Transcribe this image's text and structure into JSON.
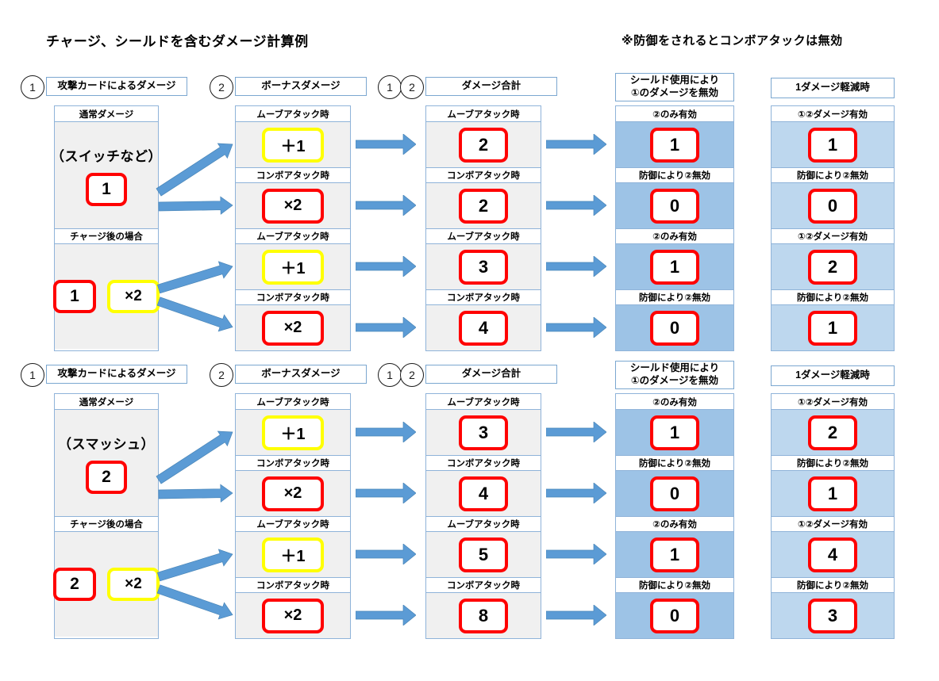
{
  "titles": {
    "main": "チャージ、シールドを含むダメージ計算例",
    "note": "※防御をされるとコンボアタックは無効"
  },
  "colors": {
    "red_border": "#ff0000",
    "yellow_border": "#ffff00",
    "arrow_blue": "#5b9bd5",
    "shield_col_bg": "#9dc3e6",
    "reduce_col_bg": "#bdd7ee",
    "neutral_col_bg": "#f0f0f0",
    "frame_border": "#8fb3d9"
  },
  "columns": {
    "attack_card": {
      "badge": "1",
      "title": "攻撃カードによるダメージ"
    },
    "bonus_damage": {
      "badge": "2",
      "title": "ボーナスダメージ"
    },
    "damage_total": {
      "badge_a": "1",
      "badge_b": "2",
      "title": "ダメージ合計"
    },
    "shield": {
      "title": "シールド使用により\n①のダメージを無効",
      "line1": "シールド使用により",
      "line2": "①のダメージを無効"
    },
    "reduce": {
      "title": "1ダメージ軽減時"
    }
  },
  "sub_labels": {
    "normal_damage": "通常ダメージ",
    "after_charge": "チャージ後の場合",
    "move_attack": "ムーブアタック時",
    "combo_attack": "コンボアタック時",
    "only2_valid": "②のみ有効",
    "defense_invalid2": "防御により②無効",
    "both_valid": "①②ダメージ有効"
  },
  "blocks": [
    {
      "id": "block-switch",
      "attack_card": {
        "normal_label": "通常ダメージ",
        "card_name": "（スイッチなど）",
        "card_name_inner": "スイッチなど",
        "base_value": "1",
        "charge_label": "チャージ後の場合",
        "charge_base": "1",
        "charge_mult": "×2"
      },
      "bonus": [
        {
          "sub": "ムーブアタック時",
          "value": "＋1",
          "style": "yellow"
        },
        {
          "sub": "コンボアタック時",
          "value": "×2",
          "style": "red"
        },
        {
          "sub": "ムーブアタック時",
          "value": "＋1",
          "style": "yellow"
        },
        {
          "sub": "コンボアタック時",
          "value": "×2",
          "style": "red"
        }
      ],
      "total": [
        {
          "sub": "ムーブアタック時",
          "value": "2"
        },
        {
          "sub": "コンボアタック時",
          "value": "2"
        },
        {
          "sub": "ムーブアタック時",
          "value": "3"
        },
        {
          "sub": "コンボアタック時",
          "value": "4"
        }
      ],
      "shield": [
        {
          "sub": "②のみ有効",
          "value": "1"
        },
        {
          "sub": "防御により②無効",
          "value": "0"
        },
        {
          "sub": "②のみ有効",
          "value": "1"
        },
        {
          "sub": "防御により②無効",
          "value": "0"
        }
      ],
      "reduce": [
        {
          "sub": "①②ダメージ有効",
          "value": "1"
        },
        {
          "sub": "防御により②無効",
          "value": "0"
        },
        {
          "sub": "①②ダメージ有効",
          "value": "2"
        },
        {
          "sub": "防御により②無効",
          "value": "1"
        }
      ]
    },
    {
      "id": "block-smash",
      "attack_card": {
        "normal_label": "通常ダメージ",
        "card_name": "（スマッシュ）",
        "card_name_inner": "スマッシュ",
        "base_value": "2",
        "charge_label": "チャージ後の場合",
        "charge_base": "2",
        "charge_mult": "×2"
      },
      "bonus": [
        {
          "sub": "ムーブアタック時",
          "value": "＋1",
          "style": "yellow"
        },
        {
          "sub": "コンボアタック時",
          "value": "×2",
          "style": "red"
        },
        {
          "sub": "ムーブアタック時",
          "value": "＋1",
          "style": "yellow"
        },
        {
          "sub": "コンボアタック時",
          "value": "×2",
          "style": "red"
        }
      ],
      "total": [
        {
          "sub": "ムーブアタック時",
          "value": "3"
        },
        {
          "sub": "コンボアタック時",
          "value": "4"
        },
        {
          "sub": "ムーブアタック時",
          "value": "5"
        },
        {
          "sub": "コンボアタック時",
          "value": "8"
        }
      ],
      "shield": [
        {
          "sub": "②のみ有効",
          "value": "1"
        },
        {
          "sub": "防御により②無効",
          "value": "0"
        },
        {
          "sub": "②のみ有効",
          "value": "1"
        },
        {
          "sub": "防御により②無効",
          "value": "0"
        }
      ],
      "reduce": [
        {
          "sub": "①②ダメージ有効",
          "value": "2"
        },
        {
          "sub": "防御により②無効",
          "value": "1"
        },
        {
          "sub": "①②ダメージ有効",
          "value": "4"
        },
        {
          "sub": "防御により②無効",
          "value": "3"
        }
      ]
    }
  ]
}
